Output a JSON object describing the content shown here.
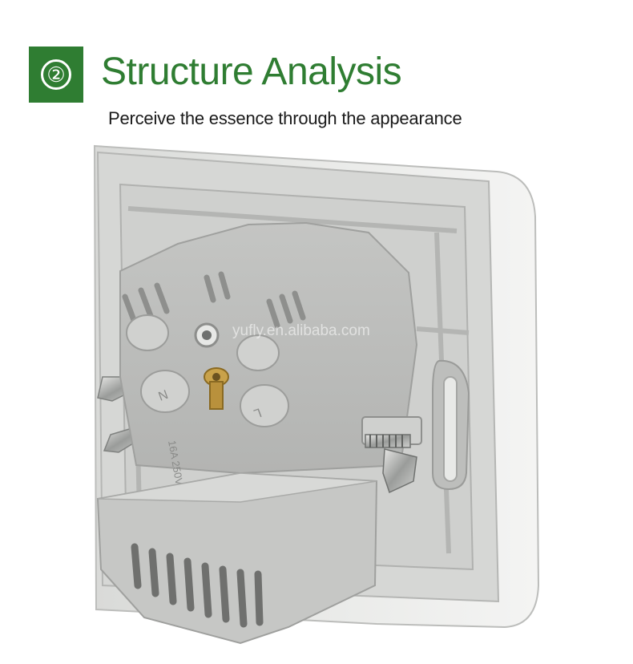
{
  "header": {
    "step_number": "②",
    "title": "Structure Analysis",
    "subtitle": "Perceive the essence through the appearance"
  },
  "photo": {
    "watermark": "yufly.en.alibaba.com",
    "label_n": "N",
    "label_l": "L",
    "rating": "16A 250V~"
  },
  "colors": {
    "brand_green": "#2f7d32",
    "plastic": "#c8c9c7",
    "plastic_light": "#e6e7e5",
    "brass": "#c9a24a"
  }
}
